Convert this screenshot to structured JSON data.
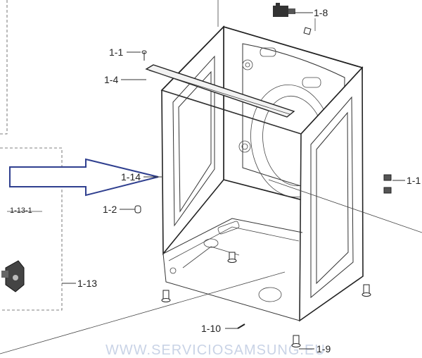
{
  "parts": {
    "p1_8": "1-8",
    "p1_1": "1-1",
    "p1_4": "1-4",
    "p1_14": "1-14",
    "p1_13_1": "1-13-1",
    "p1_2": "1-2",
    "p1_13": "1-13",
    "p1_10": "1-10",
    "p1_9": "1-9",
    "p1_right": "1-1"
  },
  "watermark": "WWW.SERVICIOSAMSUNG.EU",
  "colors": {
    "arrow": "#2f3f8f",
    "line": "#333333"
  }
}
